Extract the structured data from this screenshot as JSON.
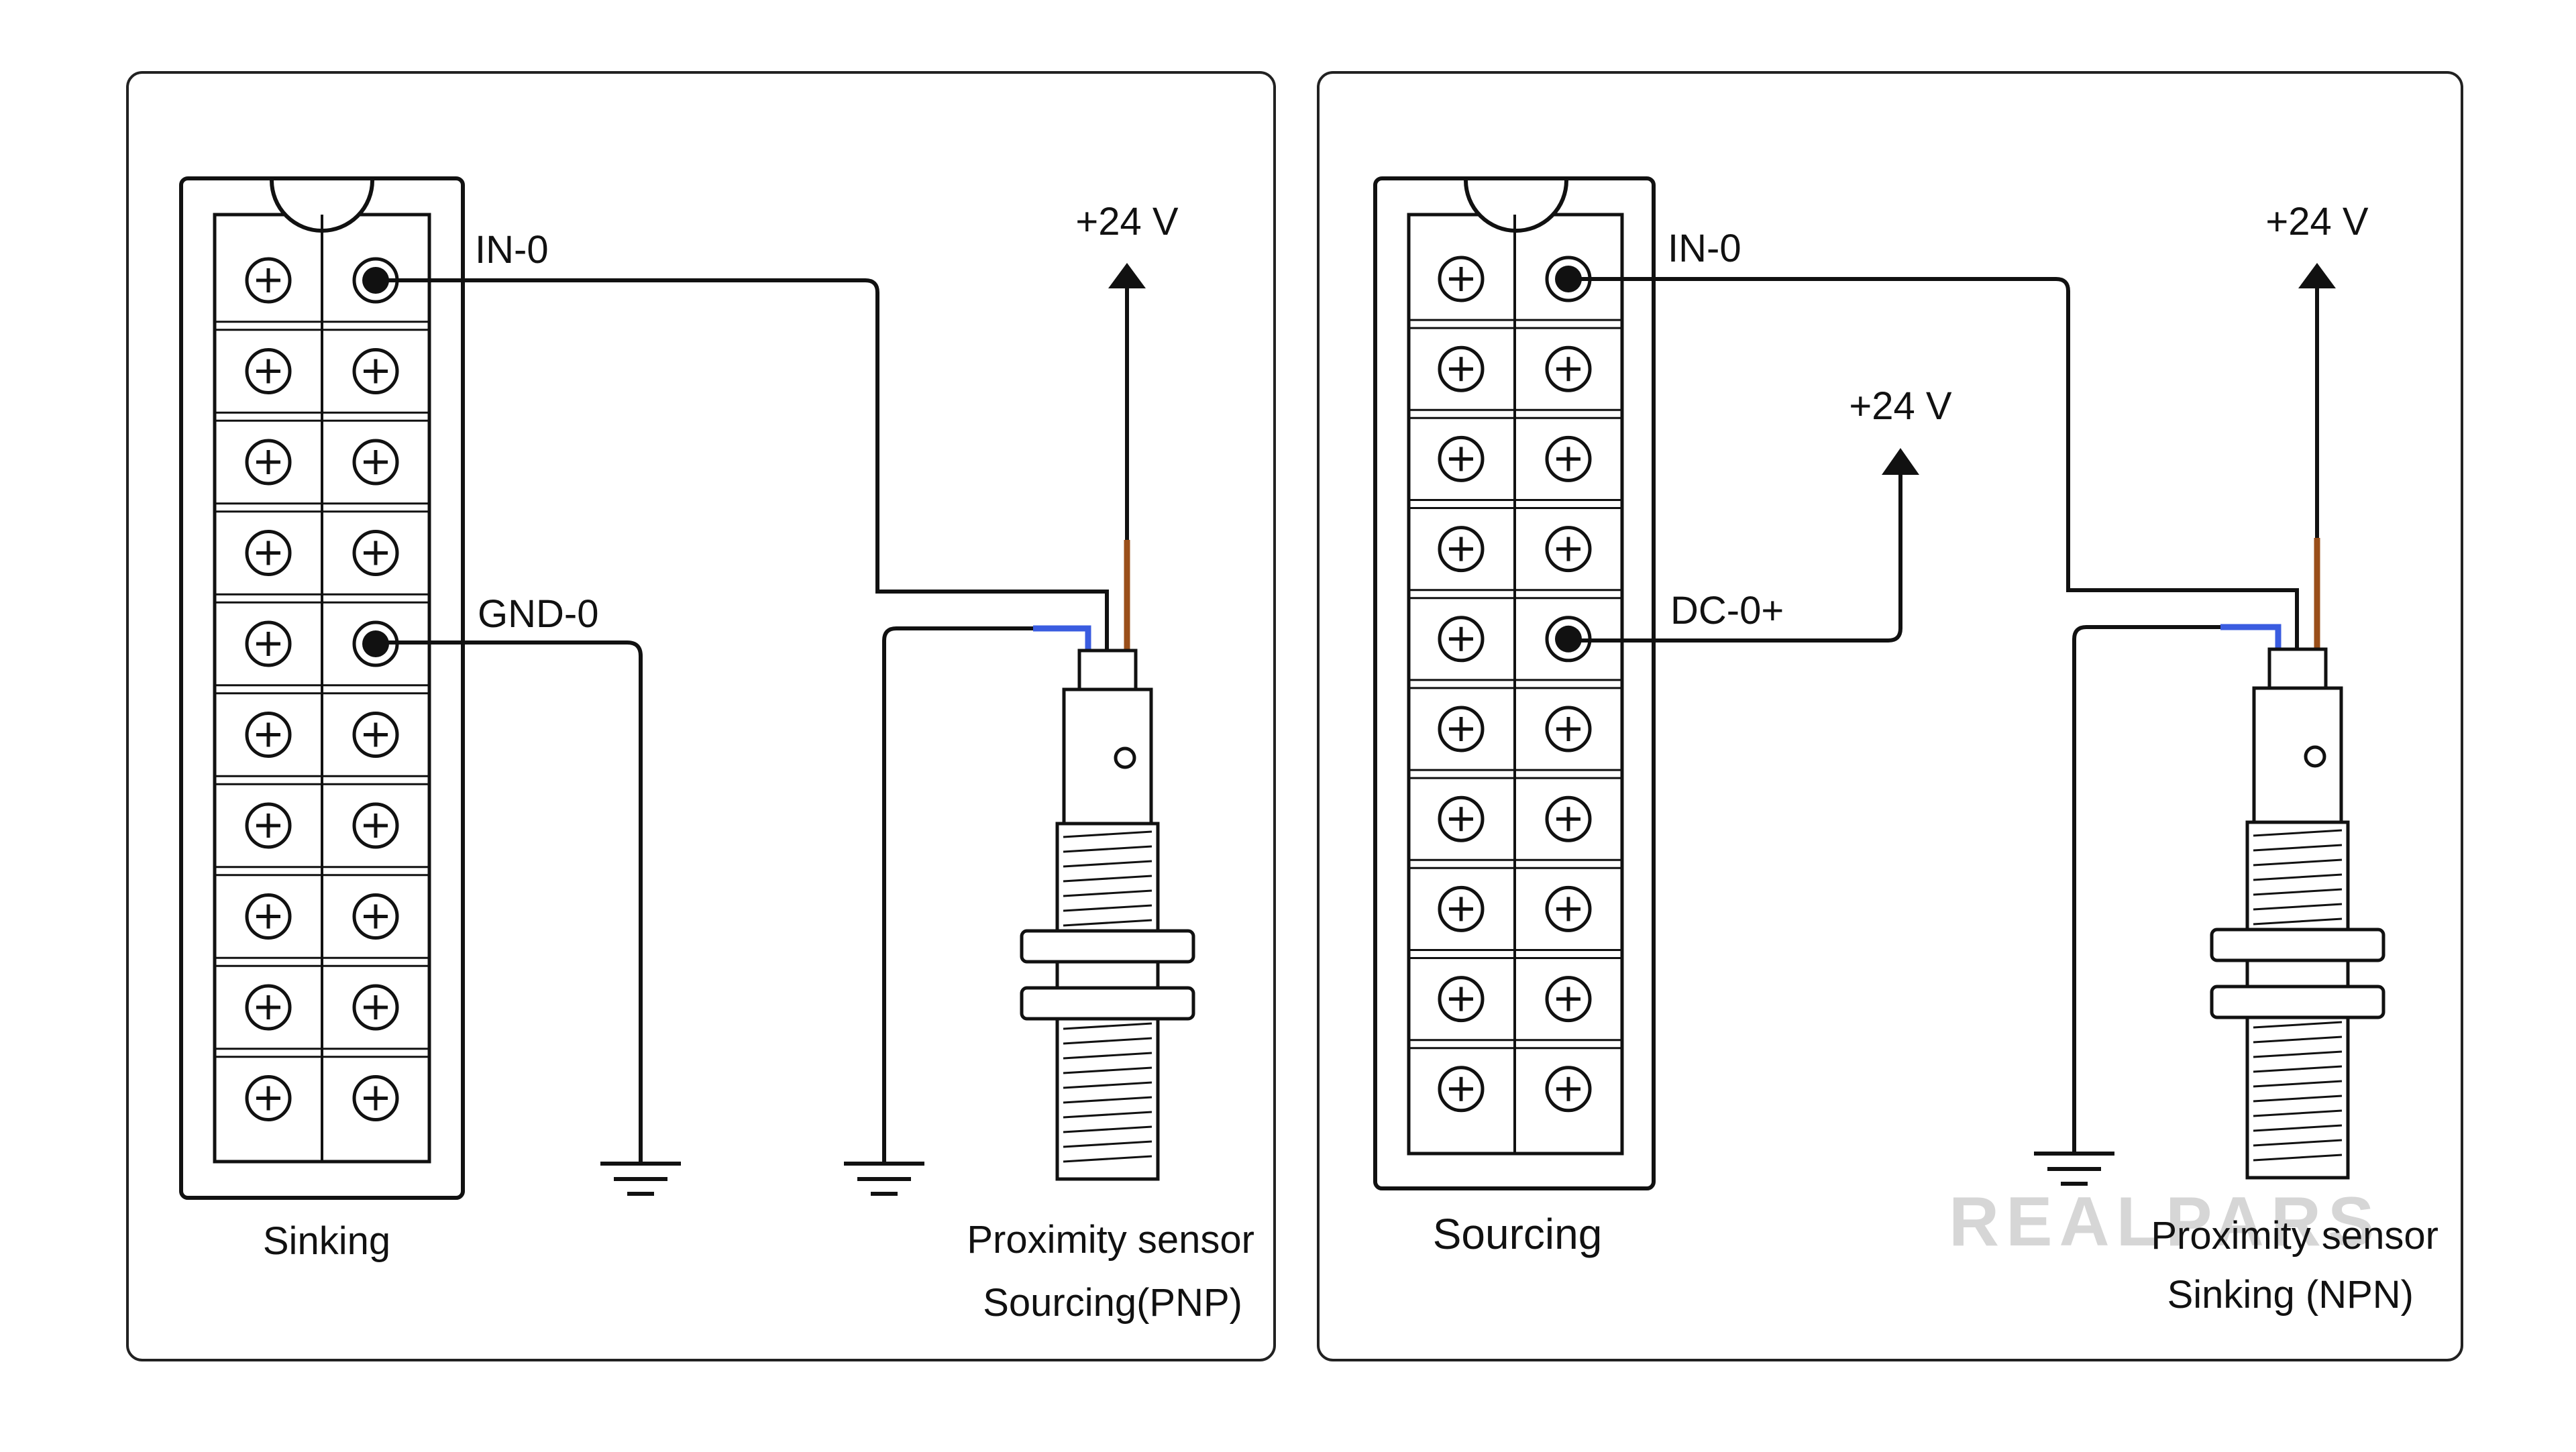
{
  "colors": {
    "wire": "#111111",
    "brown_wire": "#9a4f1a",
    "blue_wire": "#3a5ce0",
    "panel_border": "#222222",
    "watermark": "#d6d6d6"
  },
  "watermark": {
    "text": "REALPARS"
  },
  "panels": [
    {
      "terminal_rows": 10,
      "module_label": "Sinking",
      "labels": {
        "in": "IN-0",
        "common": "GND-0",
        "supply": "+24 V"
      },
      "sensor_label_1": "Proximity sensor",
      "sensor_label_2": "Sourcing(PNP)",
      "common_to": "ground"
    },
    {
      "terminal_rows": 10,
      "module_label": "Sourcing",
      "labels": {
        "in": "IN-0",
        "common": "DC-0+",
        "supply": "+24 V",
        "common_supply": "+24 V"
      },
      "sensor_label_1": "Proximity sensor",
      "sensor_label_2": "Sinking (NPN)",
      "common_to": "supply"
    }
  ]
}
